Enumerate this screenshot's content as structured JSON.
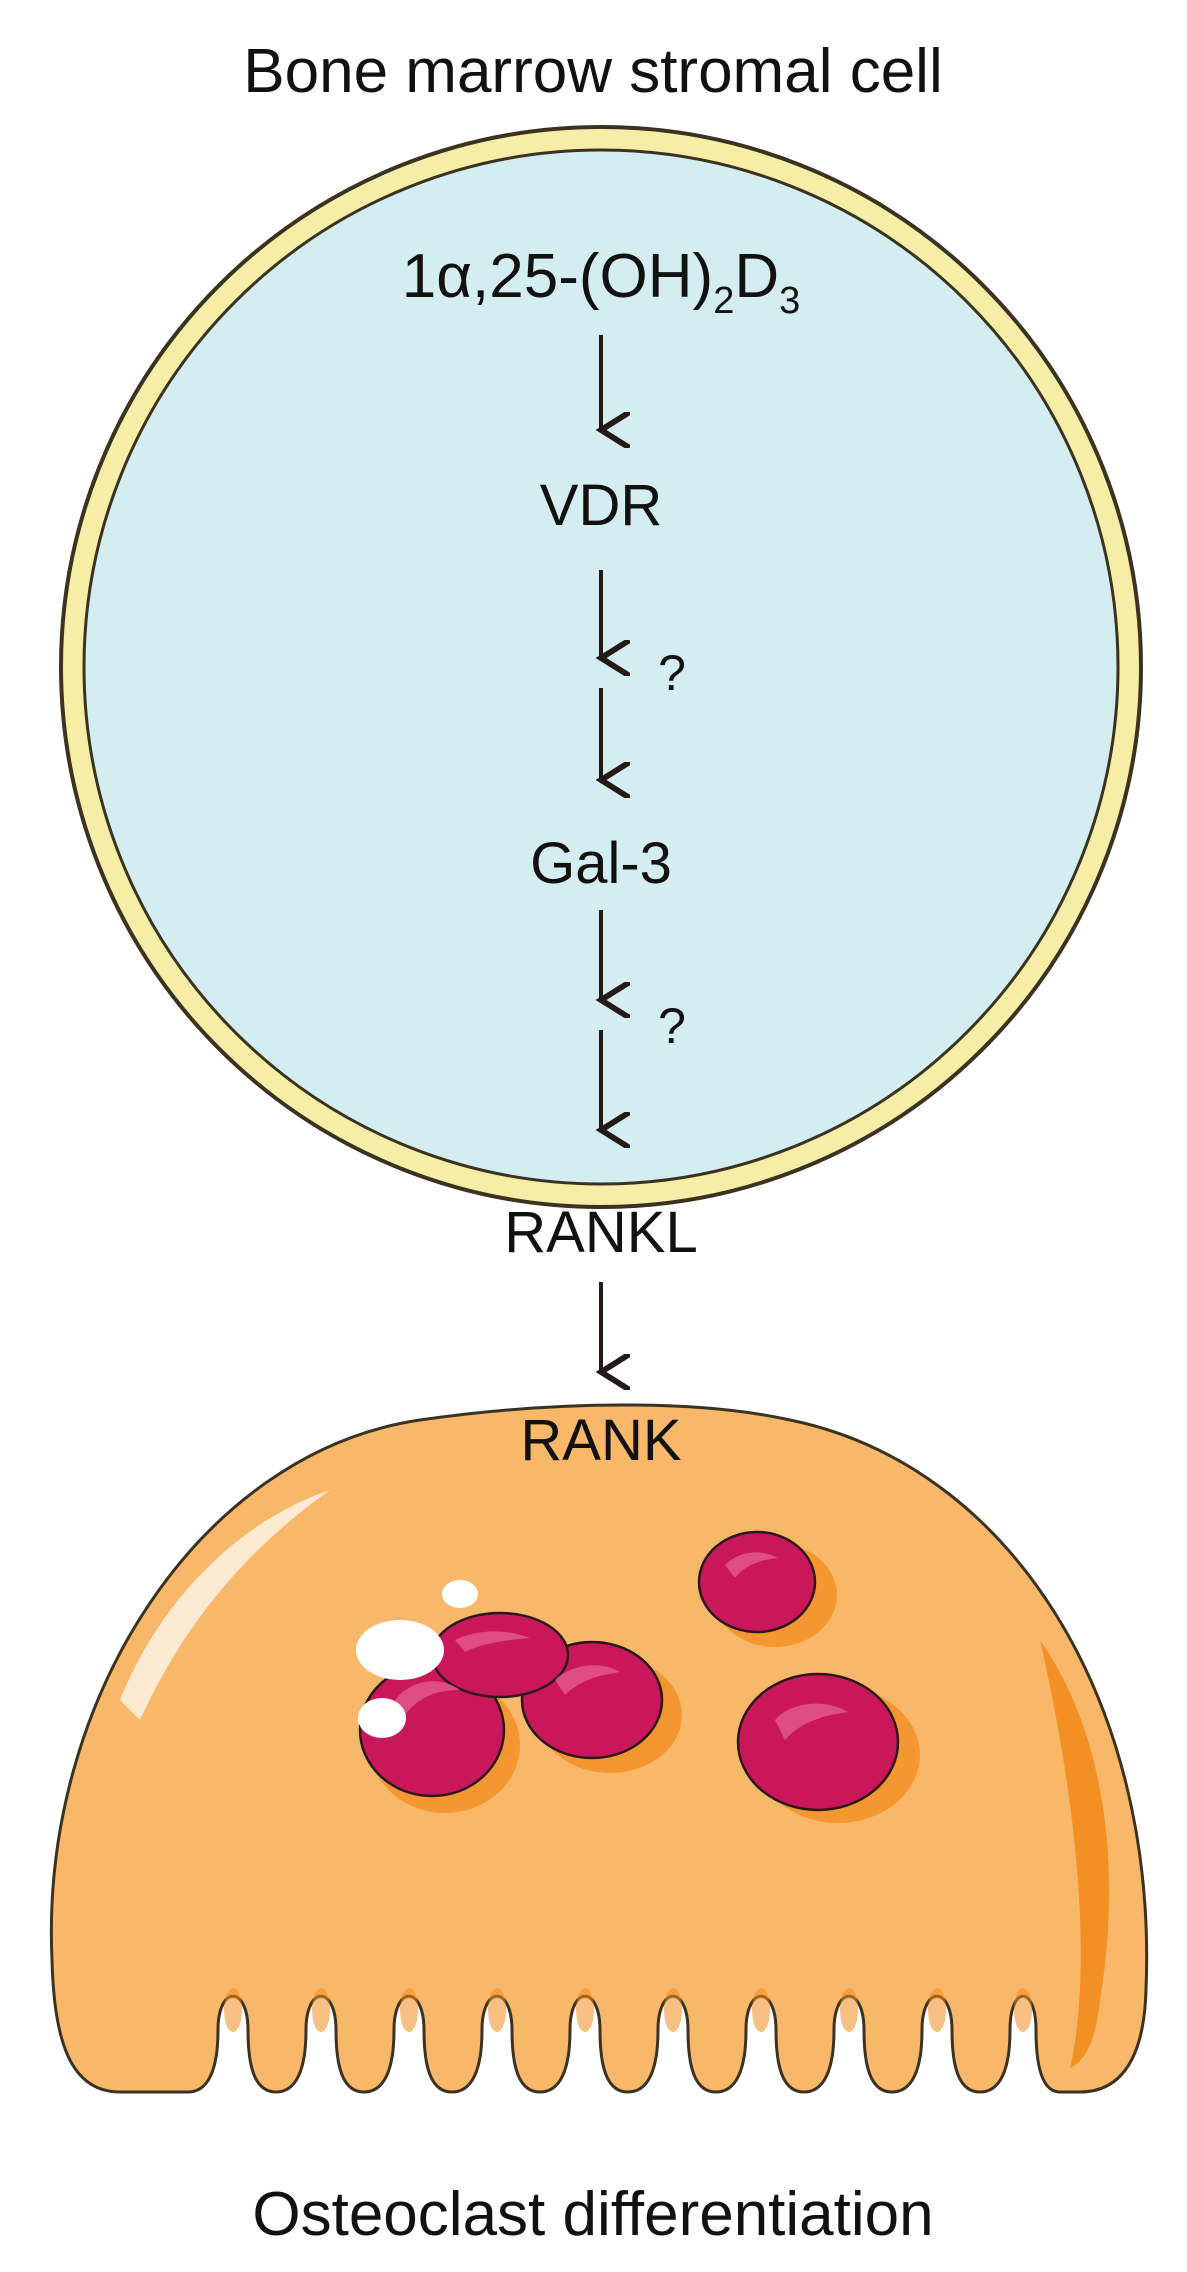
{
  "diagram": {
    "title": "Bone marrow stromal cell",
    "bottom_caption": "Osteoclast differentiation",
    "compound": {
      "main": "1α,25-(OH)",
      "sub1": "2",
      "letter": "D",
      "sub2": "3"
    },
    "steps": [
      "VDR",
      "Gal-3",
      "RANKL",
      "RANK"
    ],
    "unknown_marks": [
      "?",
      "?"
    ],
    "colors": {
      "stromal_fill": "#d3edf1",
      "stromal_border": "#f6eda6",
      "stromal_outline": "#3b3320",
      "osteoclast_fill": "#f9b76a",
      "osteoclast_edge": "#f28c1d",
      "nucleus_fill": "#c9175a",
      "arrow": "#231a16"
    },
    "icons": [
      "stromal-cell-icon",
      "osteoclast-icon",
      "nucleus-icon",
      "down-arrow-icon"
    ]
  }
}
